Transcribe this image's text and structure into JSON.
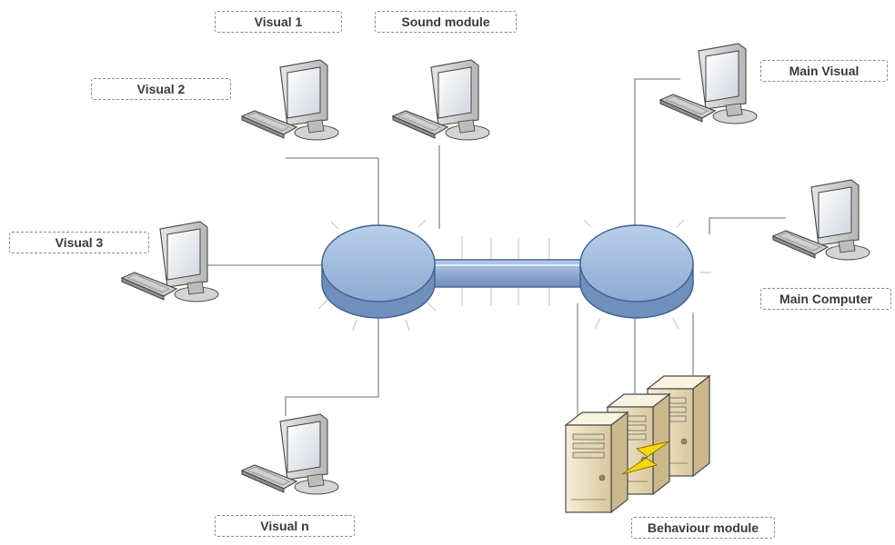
{
  "diagram": {
    "labels": {
      "visual_1": "Visual 1",
      "sound_module": "Sound module",
      "visual_2": "Visual 2",
      "visual_3": "Visual 3",
      "visual_n": "Visual n",
      "main_visual": "Main Visual",
      "main_computer": "Main Computer",
      "behaviour_module": "Behaviour module"
    },
    "colors": {
      "hub_top": "#a9c2e2",
      "hub_side": "#6f8fbc",
      "link_line": "#8a8a8a",
      "server_body": "#efe4c6",
      "lightning": "#f5d90a"
    },
    "icons": [
      "computer-monitor-icon",
      "keyboard-icon",
      "network-hub-icon",
      "server-tower-icon",
      "lightning-bolt-icon"
    ]
  }
}
